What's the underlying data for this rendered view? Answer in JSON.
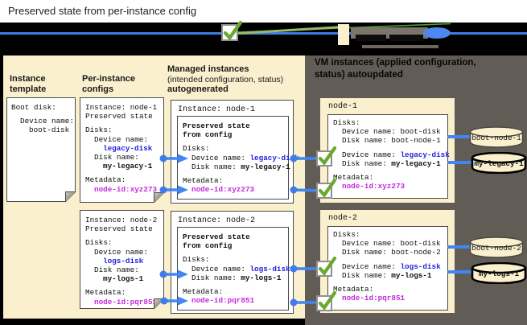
{
  "title": "Preserved state from per-instance config",
  "colors": {
    "beige": "#FAF0CD",
    "panel_gray": "#615D56",
    "device_blue": "#2323DF",
    "metadata_magenta": "#C428E0",
    "connector_blue": "#4285F4",
    "check_green": "#68A92F"
  },
  "columns": {
    "instance_template": "Instance template",
    "per_instance_configs": "Per-instance configs",
    "managed_line1": "Managed instances",
    "managed_line2": "(intended configuration, status)",
    "managed_line3": "autogenerated",
    "vm_line1": "VM instances (applied configuration,",
    "vm_line2": "status) autoupdated"
  },
  "template_page": {
    "boot_disk": "Boot disk:",
    "device_label": "Device name:",
    "device_value": "boot-disk"
  },
  "configs": [
    {
      "instance": "Instance: node-1",
      "preserved": "Preserved state",
      "disks": "Disks:",
      "device_label": "Device name:",
      "device_value": "legacy-disk",
      "disk_label": "Disk name:",
      "disk_value": "my-legacy-1",
      "metadata": "Metadata:",
      "metadata_value": "node-id:xyz273"
    },
    {
      "instance": "Instance: node-2",
      "preserved": "Preserved state",
      "disks": "Disks:",
      "device_label": "Device name:",
      "device_value": "logs-disk",
      "disk_label": "Disk name:",
      "disk_value": "my-logs-1",
      "metadata": "Metadata:",
      "metadata_value": "node-id:pqr851"
    }
  ],
  "managed": [
    {
      "instance": "Instance: node-1",
      "preserved1": "Preserved state",
      "preserved2": "from config",
      "disks": "Disks:",
      "device_label": "Device name:",
      "device_value": "legacy-disk",
      "disk_label": "Disk name:",
      "disk_value": "my-legacy-1",
      "metadata": "Metadata:",
      "metadata_value": "node-id:xyz273"
    },
    {
      "instance": "Instance: node-2",
      "preserved1": "Preserved state",
      "preserved2": "from config",
      "disks": "Disks:",
      "device_label": "Device name:",
      "device_value": "logs-disk",
      "disk_label": "Disk name:",
      "disk_value": "my-logs-1",
      "metadata": "Metadata:",
      "metadata_value": "node-id:pqr851"
    }
  ],
  "vms": [
    {
      "name": "node-1",
      "disks": "Disks:",
      "boot_device_label": "Device name:",
      "boot_device_value": "boot-disk",
      "boot_disk_label": "Disk name:",
      "boot_disk_value": "boot-node-1",
      "st_device_label": "Device name:",
      "st_device_value": "legacy-disk",
      "st_disk_label": "Disk name:",
      "st_disk_value": "my-legacy-1",
      "metadata": "Metadata:",
      "metadata_value": "node-id:xyz273",
      "boot_cylinder": "boot-node-1",
      "stateful_cylinder": "my-legacy-1"
    },
    {
      "name": "node-2",
      "disks": "Disks:",
      "boot_device_label": "Device name:",
      "boot_device_value": "boot-disk",
      "boot_disk_label": "Disk name:",
      "boot_disk_value": "boot-node-2",
      "st_device_label": "Device name:",
      "st_device_value": "logs-disk",
      "st_disk_label": "Disk name:",
      "st_disk_value": "my-logs-1",
      "metadata": "Metadata:",
      "metadata_value": "node-id:pqr851",
      "boot_cylinder": "boot-node-2",
      "stateful_cylinder": "my-logs-1"
    }
  ]
}
